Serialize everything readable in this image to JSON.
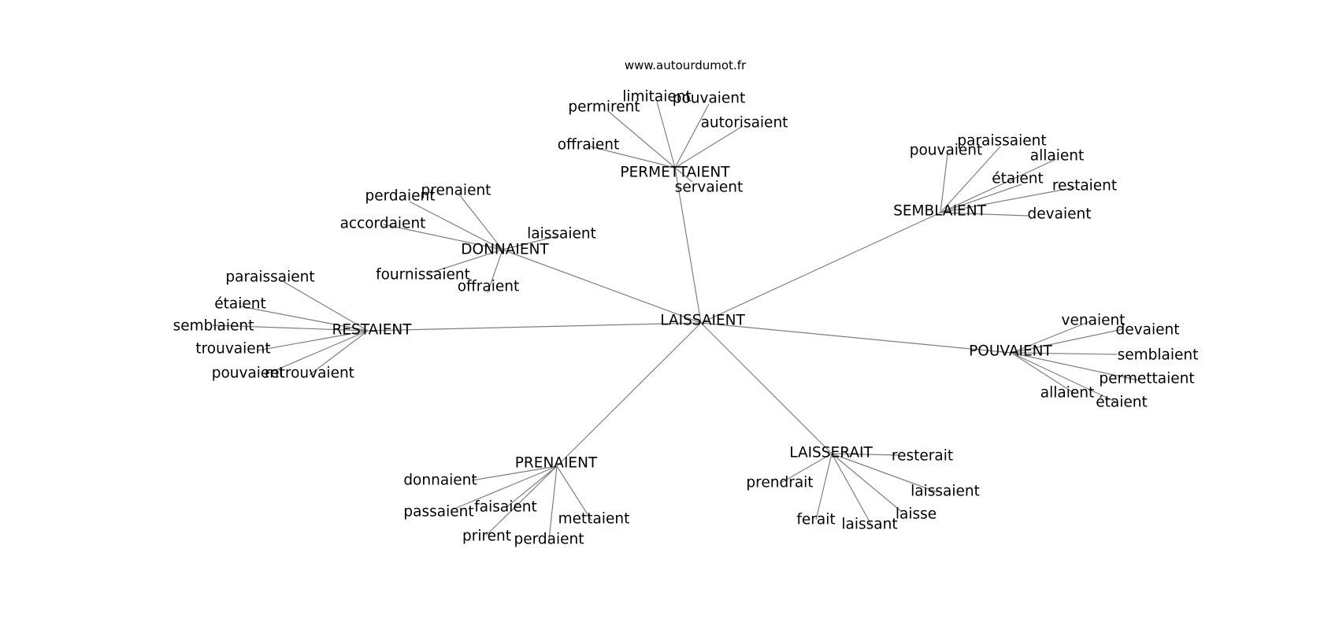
{
  "credit": "www.autourdumot.fr",
  "colors": {
    "edge": "#7f7f7f",
    "text": "#000000",
    "background": "#ffffff"
  },
  "graph": {
    "center": "LAISSAIENT",
    "hubs": [
      {
        "label": "PERMETTAIENT",
        "leaves": [
          "limitaient",
          "pouvaient",
          "permirent",
          "autorisaient",
          "offraient",
          "servaient"
        ]
      },
      {
        "label": "SEMBLAIENT",
        "leaves": [
          "paraissaient",
          "pouvaient",
          "allaient",
          "étaient",
          "restaient",
          "devaient"
        ]
      },
      {
        "label": "DONNAIENT",
        "leaves": [
          "prenaient",
          "perdaient",
          "accordaient",
          "laissaient",
          "fournissaient",
          "offraient"
        ]
      },
      {
        "label": "RESTAIENT",
        "leaves": [
          "paraissaient",
          "étaient",
          "semblaient",
          "trouvaient",
          "pouvaient",
          "retrouvaient"
        ]
      },
      {
        "label": "POUVAIENT",
        "leaves": [
          "venaient",
          "devaient",
          "semblaient",
          "permettaient",
          "allaient",
          "étaient"
        ]
      },
      {
        "label": "PRENAIENT",
        "leaves": [
          "donnaient",
          "passaient",
          "faisaient",
          "mettaient",
          "prirent",
          "perdaient"
        ]
      },
      {
        "label": "LAISSERAIT",
        "leaves": [
          "resterait",
          "prendrait",
          "laissaient",
          "laisse",
          "ferait",
          "laissant"
        ]
      }
    ]
  }
}
